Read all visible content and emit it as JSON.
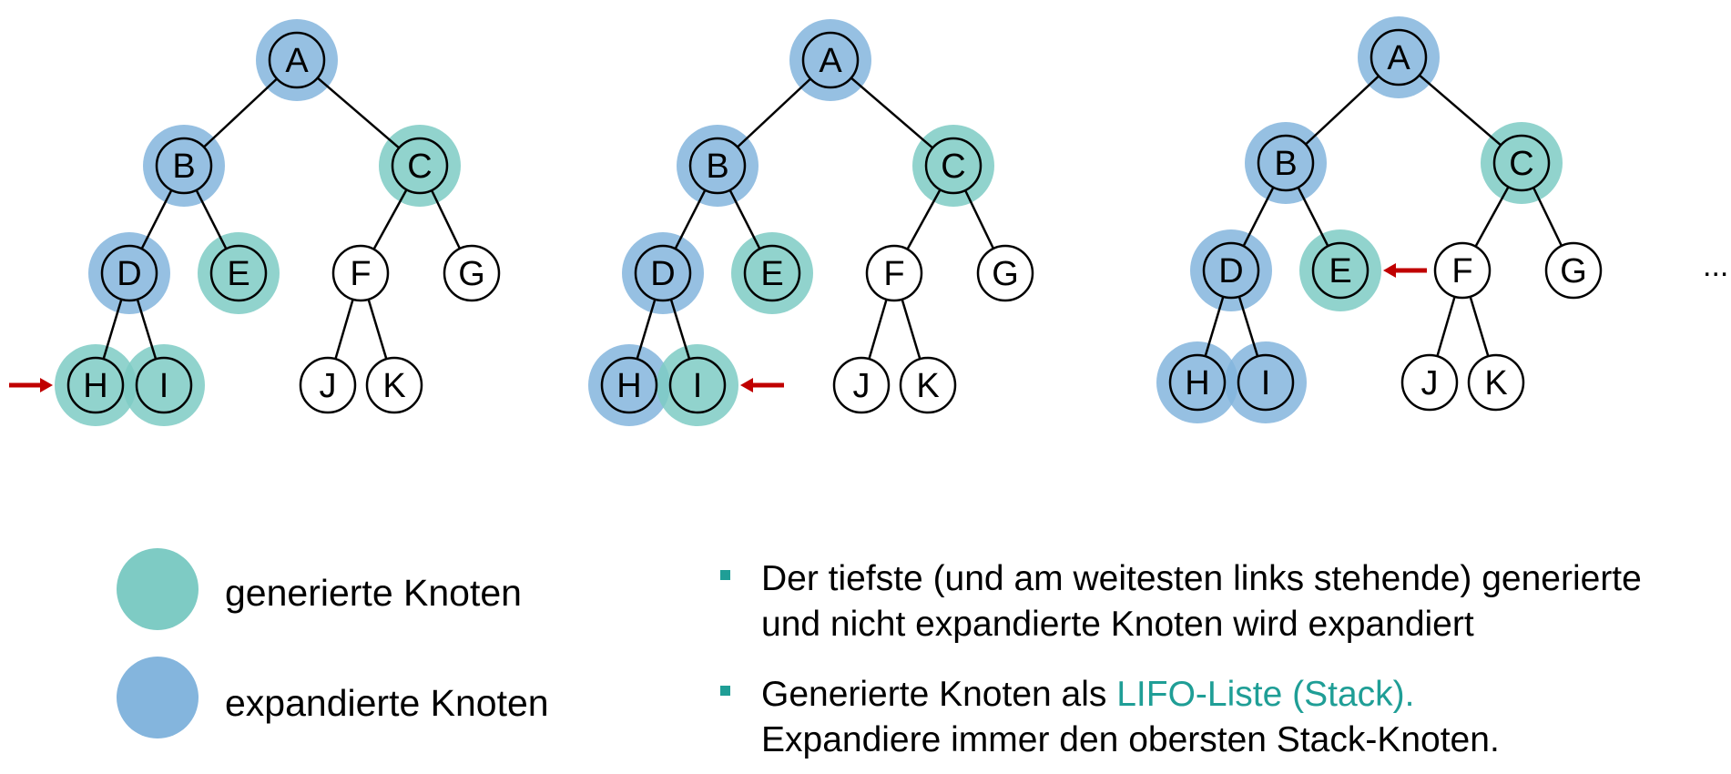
{
  "colors": {
    "generated": "#7ecbc4",
    "expanded": "#84b5dd",
    "arrow": "#c00000",
    "accent": "#1f9e96",
    "bullet": "#1f9e96",
    "line": "#000000"
  },
  "trees": [
    {
      "nodes": [
        {
          "id": "A",
          "label": "A",
          "state": "expanded"
        },
        {
          "id": "B",
          "label": "B",
          "state": "expanded"
        },
        {
          "id": "C",
          "label": "C",
          "state": "generated"
        },
        {
          "id": "D",
          "label": "D",
          "state": "expanded"
        },
        {
          "id": "E",
          "label": "E",
          "state": "generated"
        },
        {
          "id": "F",
          "label": "F",
          "state": "none"
        },
        {
          "id": "G",
          "label": "G",
          "state": "none"
        },
        {
          "id": "H",
          "label": "H",
          "state": "generated"
        },
        {
          "id": "I",
          "label": "I",
          "state": "generated"
        },
        {
          "id": "J",
          "label": "J",
          "state": "none"
        },
        {
          "id": "K",
          "label": "K",
          "state": "none"
        }
      ],
      "pointer": {
        "target": "H",
        "side": "left"
      }
    },
    {
      "nodes": [
        {
          "id": "A",
          "label": "A",
          "state": "expanded"
        },
        {
          "id": "B",
          "label": "B",
          "state": "expanded"
        },
        {
          "id": "C",
          "label": "C",
          "state": "generated"
        },
        {
          "id": "D",
          "label": "D",
          "state": "expanded"
        },
        {
          "id": "E",
          "label": "E",
          "state": "generated"
        },
        {
          "id": "F",
          "label": "F",
          "state": "none"
        },
        {
          "id": "G",
          "label": "G",
          "state": "none"
        },
        {
          "id": "H",
          "label": "H",
          "state": "expanded"
        },
        {
          "id": "I",
          "label": "I",
          "state": "generated"
        },
        {
          "id": "J",
          "label": "J",
          "state": "none"
        },
        {
          "id": "K",
          "label": "K",
          "state": "none"
        }
      ],
      "pointer": {
        "target": "I",
        "side": "right"
      }
    },
    {
      "nodes": [
        {
          "id": "A",
          "label": "A",
          "state": "expanded"
        },
        {
          "id": "B",
          "label": "B",
          "state": "expanded"
        },
        {
          "id": "C",
          "label": "C",
          "state": "generated"
        },
        {
          "id": "D",
          "label": "D",
          "state": "expanded"
        },
        {
          "id": "E",
          "label": "E",
          "state": "generated"
        },
        {
          "id": "F",
          "label": "F",
          "state": "none"
        },
        {
          "id": "G",
          "label": "G",
          "state": "none"
        },
        {
          "id": "H",
          "label": "H",
          "state": "expanded"
        },
        {
          "id": "I",
          "label": "I",
          "state": "expanded"
        },
        {
          "id": "J",
          "label": "J",
          "state": "none"
        },
        {
          "id": "K",
          "label": "K",
          "state": "none"
        }
      ],
      "pointer": {
        "target": "E",
        "side": "right"
      }
    }
  ],
  "edges": [
    [
      "A",
      "B"
    ],
    [
      "A",
      "C"
    ],
    [
      "B",
      "D"
    ],
    [
      "B",
      "E"
    ],
    [
      "C",
      "F"
    ],
    [
      "C",
      "G"
    ],
    [
      "D",
      "H"
    ],
    [
      "D",
      "I"
    ],
    [
      "F",
      "J"
    ],
    [
      "F",
      "K"
    ]
  ],
  "ellipsis": "...",
  "legend": {
    "generated_label": "generierte Knoten",
    "expanded_label": "expandierte Knoten"
  },
  "bullets": {
    "b1_line1": "Der tiefste (und am weitesten links stehende) generierte",
    "b1_line2": "und nicht expandierte Knoten wird expandiert",
    "b2_line1_pre": "Generierte Knoten als ",
    "b2_line1_accent": "LIFO-Liste (Stack).",
    "b2_line2": "Expandiere immer den obersten Stack-Knoten."
  }
}
